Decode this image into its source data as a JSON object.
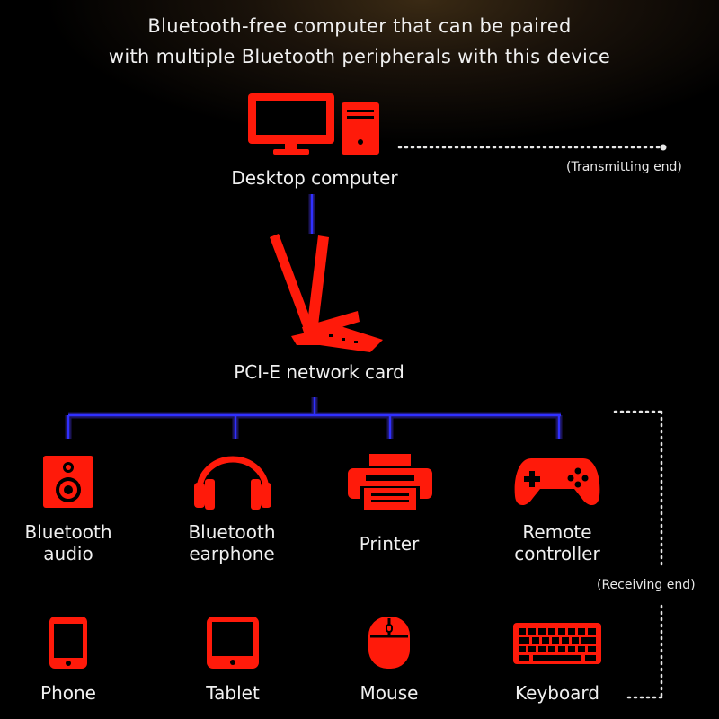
{
  "header": {
    "line1": "Bluetooth-free computer that can be paired",
    "line2": "with multiple Bluetooth peripherals with this device"
  },
  "transmitter": {
    "label": "Desktop computer",
    "end_label": "(Transmitting end)"
  },
  "card": {
    "label": "PCI-E network card"
  },
  "receivers": {
    "end_label": "(Receiving end)",
    "row1": [
      {
        "line1": "Bluetooth",
        "line2": "audio",
        "icon": "speaker-icon"
      },
      {
        "line1": "Bluetooth",
        "line2": "earphone",
        "icon": "headphones-icon"
      },
      {
        "line1": "Printer",
        "line2": "",
        "icon": "printer-icon"
      },
      {
        "line1": "Remote",
        "line2": "controller",
        "icon": "gamepad-icon"
      }
    ],
    "row2": [
      {
        "label": "Phone",
        "icon": "phone-icon"
      },
      {
        "label": "Tablet",
        "icon": "tablet-icon"
      },
      {
        "label": "Mouse",
        "icon": "mouse-icon"
      },
      {
        "label": "Keyboard",
        "icon": "keyboard-icon"
      }
    ]
  },
  "colors": {
    "icon": "#ff1a0a",
    "connector": "#2b2bff",
    "glow": "#4d3bff",
    "text": "#f0f0f0"
  }
}
